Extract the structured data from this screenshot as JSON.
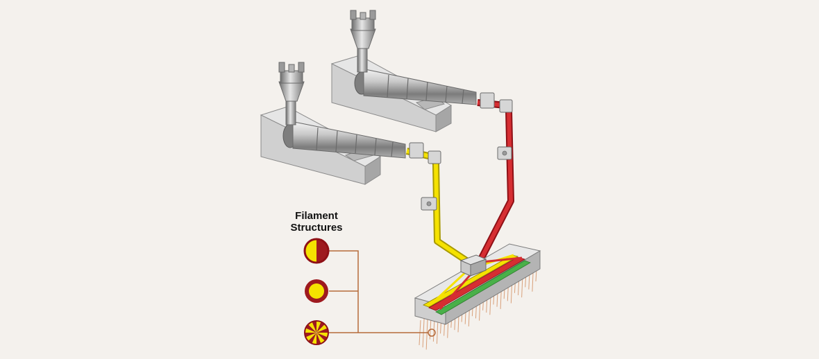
{
  "legend": {
    "title_line1": "Filament",
    "title_line2": "Structures",
    "items": [
      {
        "name": "side-by-side"
      },
      {
        "name": "core-sheath"
      },
      {
        "name": "segmented-pie"
      }
    ]
  },
  "extruders": [
    {
      "name": "rear-extruder",
      "polymer": "red"
    },
    {
      "name": "front-extruder",
      "polymer": "yellow"
    }
  ],
  "colors": {
    "background": "#f4f1ed",
    "polymer_a": "#f5e200",
    "polymer_b": "#c9252b",
    "dark_red": "#8e1016",
    "channel_green": "#49b049",
    "machine_light": "#e0e0e0",
    "machine_mid": "#c4c4c4",
    "machine_dark": "#8e8e8e",
    "connector_line": "#b56a3a"
  }
}
